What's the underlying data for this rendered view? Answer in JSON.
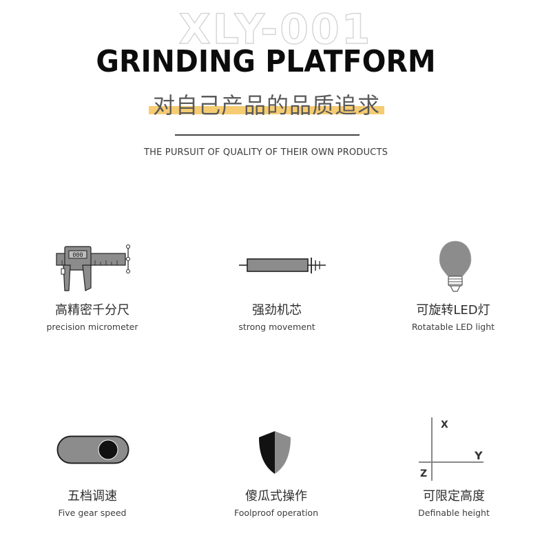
{
  "header": {
    "watermark": "XLY-001",
    "title": "GRINDING PLATFORM",
    "subtitle_cn": "对自己产品的品质追求",
    "tagline": "THE PURSUIT OF QUALITY OF THEIR OWN PRODUCTS"
  },
  "features": [
    {
      "cn": "高精密千分尺",
      "en": "precision micrometer",
      "icon": "caliper-icon"
    },
    {
      "cn": "强劲机芯",
      "en": "strong movement",
      "icon": "motor-icon"
    },
    {
      "cn": "可旋转LED灯",
      "en": "Rotatable LED light",
      "icon": "bulb-icon"
    },
    {
      "cn": "五档调速",
      "en": "Five gear speed",
      "icon": "toggle-switch-icon"
    },
    {
      "cn": "傻瓜式操作",
      "en": "Foolproof operation",
      "icon": "shield-icon"
    },
    {
      "cn": "可限定高度",
      "en": "Definable height",
      "icon": "axes-icon"
    }
  ],
  "axes_labels": {
    "x": "X",
    "y": "Y",
    "z": "Z"
  },
  "caliper_display": "000",
  "colors": {
    "highlight": "#f6cc72",
    "icon_gray": "#8c8c8c",
    "dark": "#1a1a1a"
  }
}
